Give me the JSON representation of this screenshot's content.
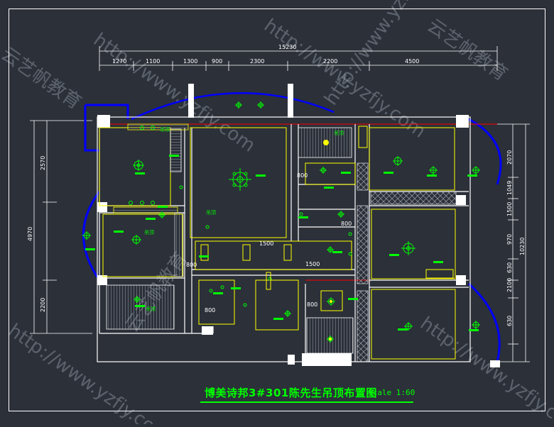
{
  "title": "博美诗邦3#301陈先生吊顶布置图",
  "scale": "Scale 1:60",
  "dimensions": {
    "overall_top": "15230",
    "top_segments": [
      "1270",
      "1100",
      "1300",
      "900",
      "2300",
      "2200",
      "4500"
    ],
    "left_segments": [
      "2570",
      "4970",
      "2200"
    ],
    "right_segments": [
      "2070",
      "1049",
      "1500",
      "970",
      "630",
      "2100",
      "630"
    ],
    "right_total": "10230",
    "interior": [
      "1500",
      "1500",
      "800",
      "800",
      "800",
      "800",
      "800"
    ]
  },
  "room_labels": [
    "吊顶",
    "吊顶",
    "吊顶",
    "吊顶",
    "吊顶"
  ],
  "watermarks": [
    "http://www.yzfjy.com",
    "云艺帆教育"
  ],
  "colors": {
    "background": "#2b3039",
    "wall": "#ffffff",
    "dimension": "#ffffff",
    "ceiling": "#ffff00",
    "light": "#00ff00",
    "window": "#0000ff",
    "axis": "#ff0000",
    "green_text": "#00ff00"
  }
}
